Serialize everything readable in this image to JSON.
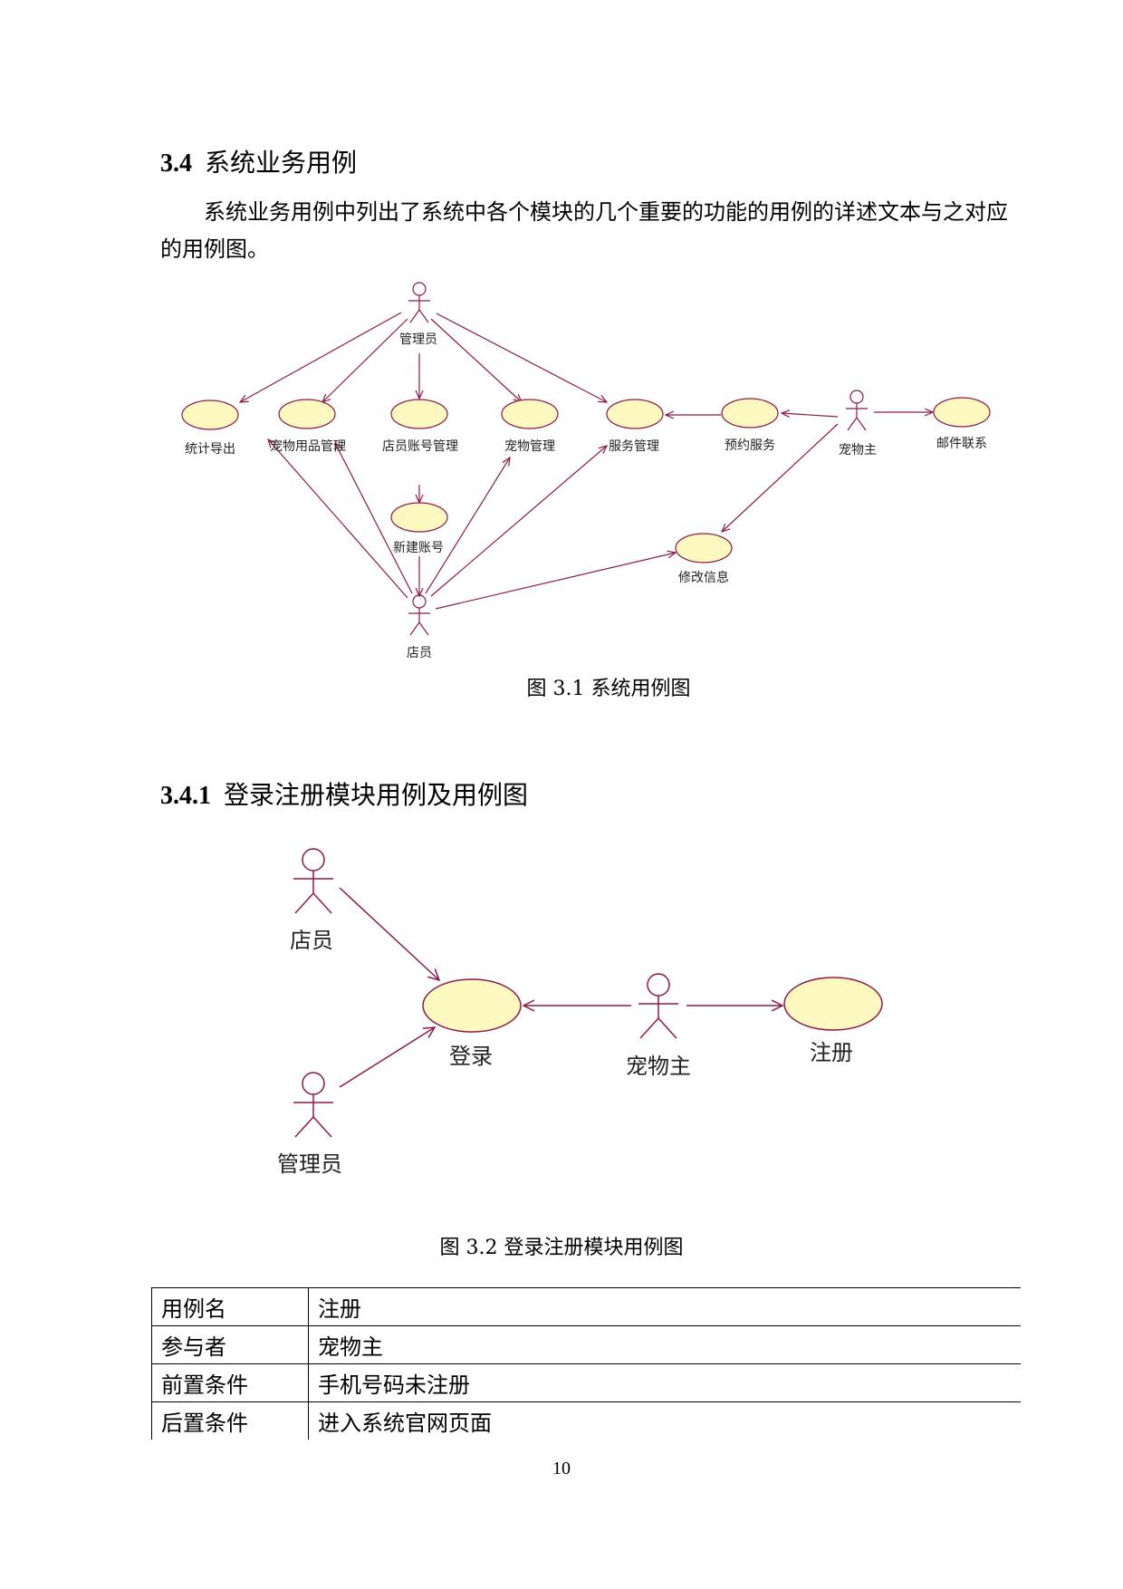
{
  "section": {
    "number": "3.4",
    "title": "系统业务用例"
  },
  "paragraph": "系统业务用例中列出了系统中各个模块的几个重要的功能的用例的详述文本与之对应的用例图。",
  "figure1": {
    "caption": "图 3.1  系统用例图",
    "actors": {
      "admin": "管理员",
      "clerk": "店员",
      "owner": "宠物主"
    },
    "usecases": {
      "stats": "统计导出",
      "supplies": "宠物用品管理",
      "accounts": "店员账号管理",
      "pets": "宠物管理",
      "service": "服务管理",
      "booking": "预约服务",
      "email": "邮件联系",
      "newacct": "新建账号",
      "modify": "修改信息"
    }
  },
  "subsection": {
    "number": "3.4.1",
    "title": "登录注册模块用例及用例图"
  },
  "figure2": {
    "caption": "图 3.2  登录注册模块用例图",
    "actors": {
      "clerk": "店员",
      "admin": "管理员",
      "owner": "宠物主"
    },
    "usecases": {
      "login": "登录",
      "register": "注册"
    }
  },
  "table": [
    {
      "key": "用例名",
      "value": "注册"
    },
    {
      "key": "参与者",
      "value": "宠物主"
    },
    {
      "key": "前置条件",
      "value": "手机号码未注册"
    },
    {
      "key": "后置条件",
      "value": "进入系统官网页面"
    }
  ],
  "page_number": "10"
}
